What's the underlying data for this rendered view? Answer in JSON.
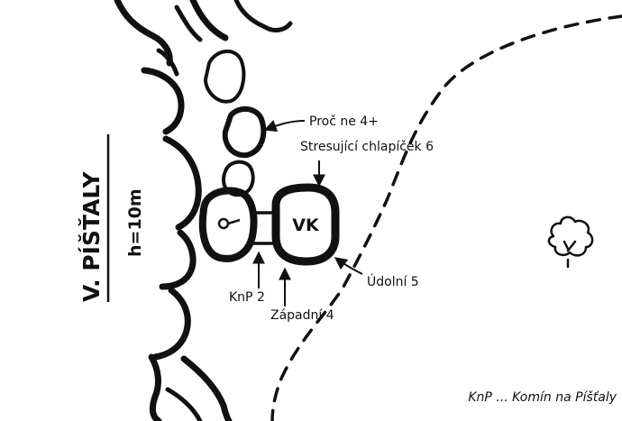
{
  "map": {
    "side_title": "V. PÍŠŤALY",
    "height_note": "h=10m",
    "boulder_label": "VK",
    "routes": [
      {
        "id": "r1",
        "label": "Proč ne 4+"
      },
      {
        "id": "r2",
        "label": "Stresující chlapíček 6"
      },
      {
        "id": "r3",
        "label": "Údolní 5"
      },
      {
        "id": "r4",
        "label": "KnP 2"
      },
      {
        "id": "r5",
        "label": "Západní 4"
      }
    ],
    "legend": "KnP ... Komín na Píšťaly",
    "icons": {
      "tree": "deciduous-tree-icon",
      "path": "dashed-trail-line"
    }
  }
}
